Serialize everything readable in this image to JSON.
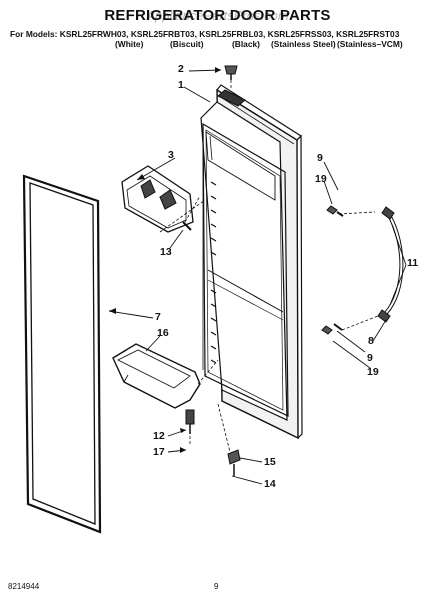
{
  "title": "REFRIGERATOR DOOR PARTS",
  "watermark": "AppliancePartsPros.com",
  "models_line": "For Models: KSRL25FRWH03, KSRL25FRBT03, KSRL25FRBL03, KSRL25FRSS03, KSRL25FRST03",
  "variants": [
    "(White)",
    "(Biscuit)",
    "(Black)",
    "(Stainless Steel)",
    "(Stainless–VCM)"
  ],
  "callouts": {
    "c2": "2",
    "c1": "1",
    "c3": "3",
    "c13": "13",
    "c7": "7",
    "c16": "16",
    "c9a": "9",
    "c19a": "19",
    "c11": "11",
    "c8": "8",
    "c9b": "9",
    "c19b": "19",
    "c12": "12",
    "c17": "17",
    "c15": "15",
    "c14": "14"
  },
  "footer": {
    "doc_number": "8214944",
    "page_number": "9"
  }
}
